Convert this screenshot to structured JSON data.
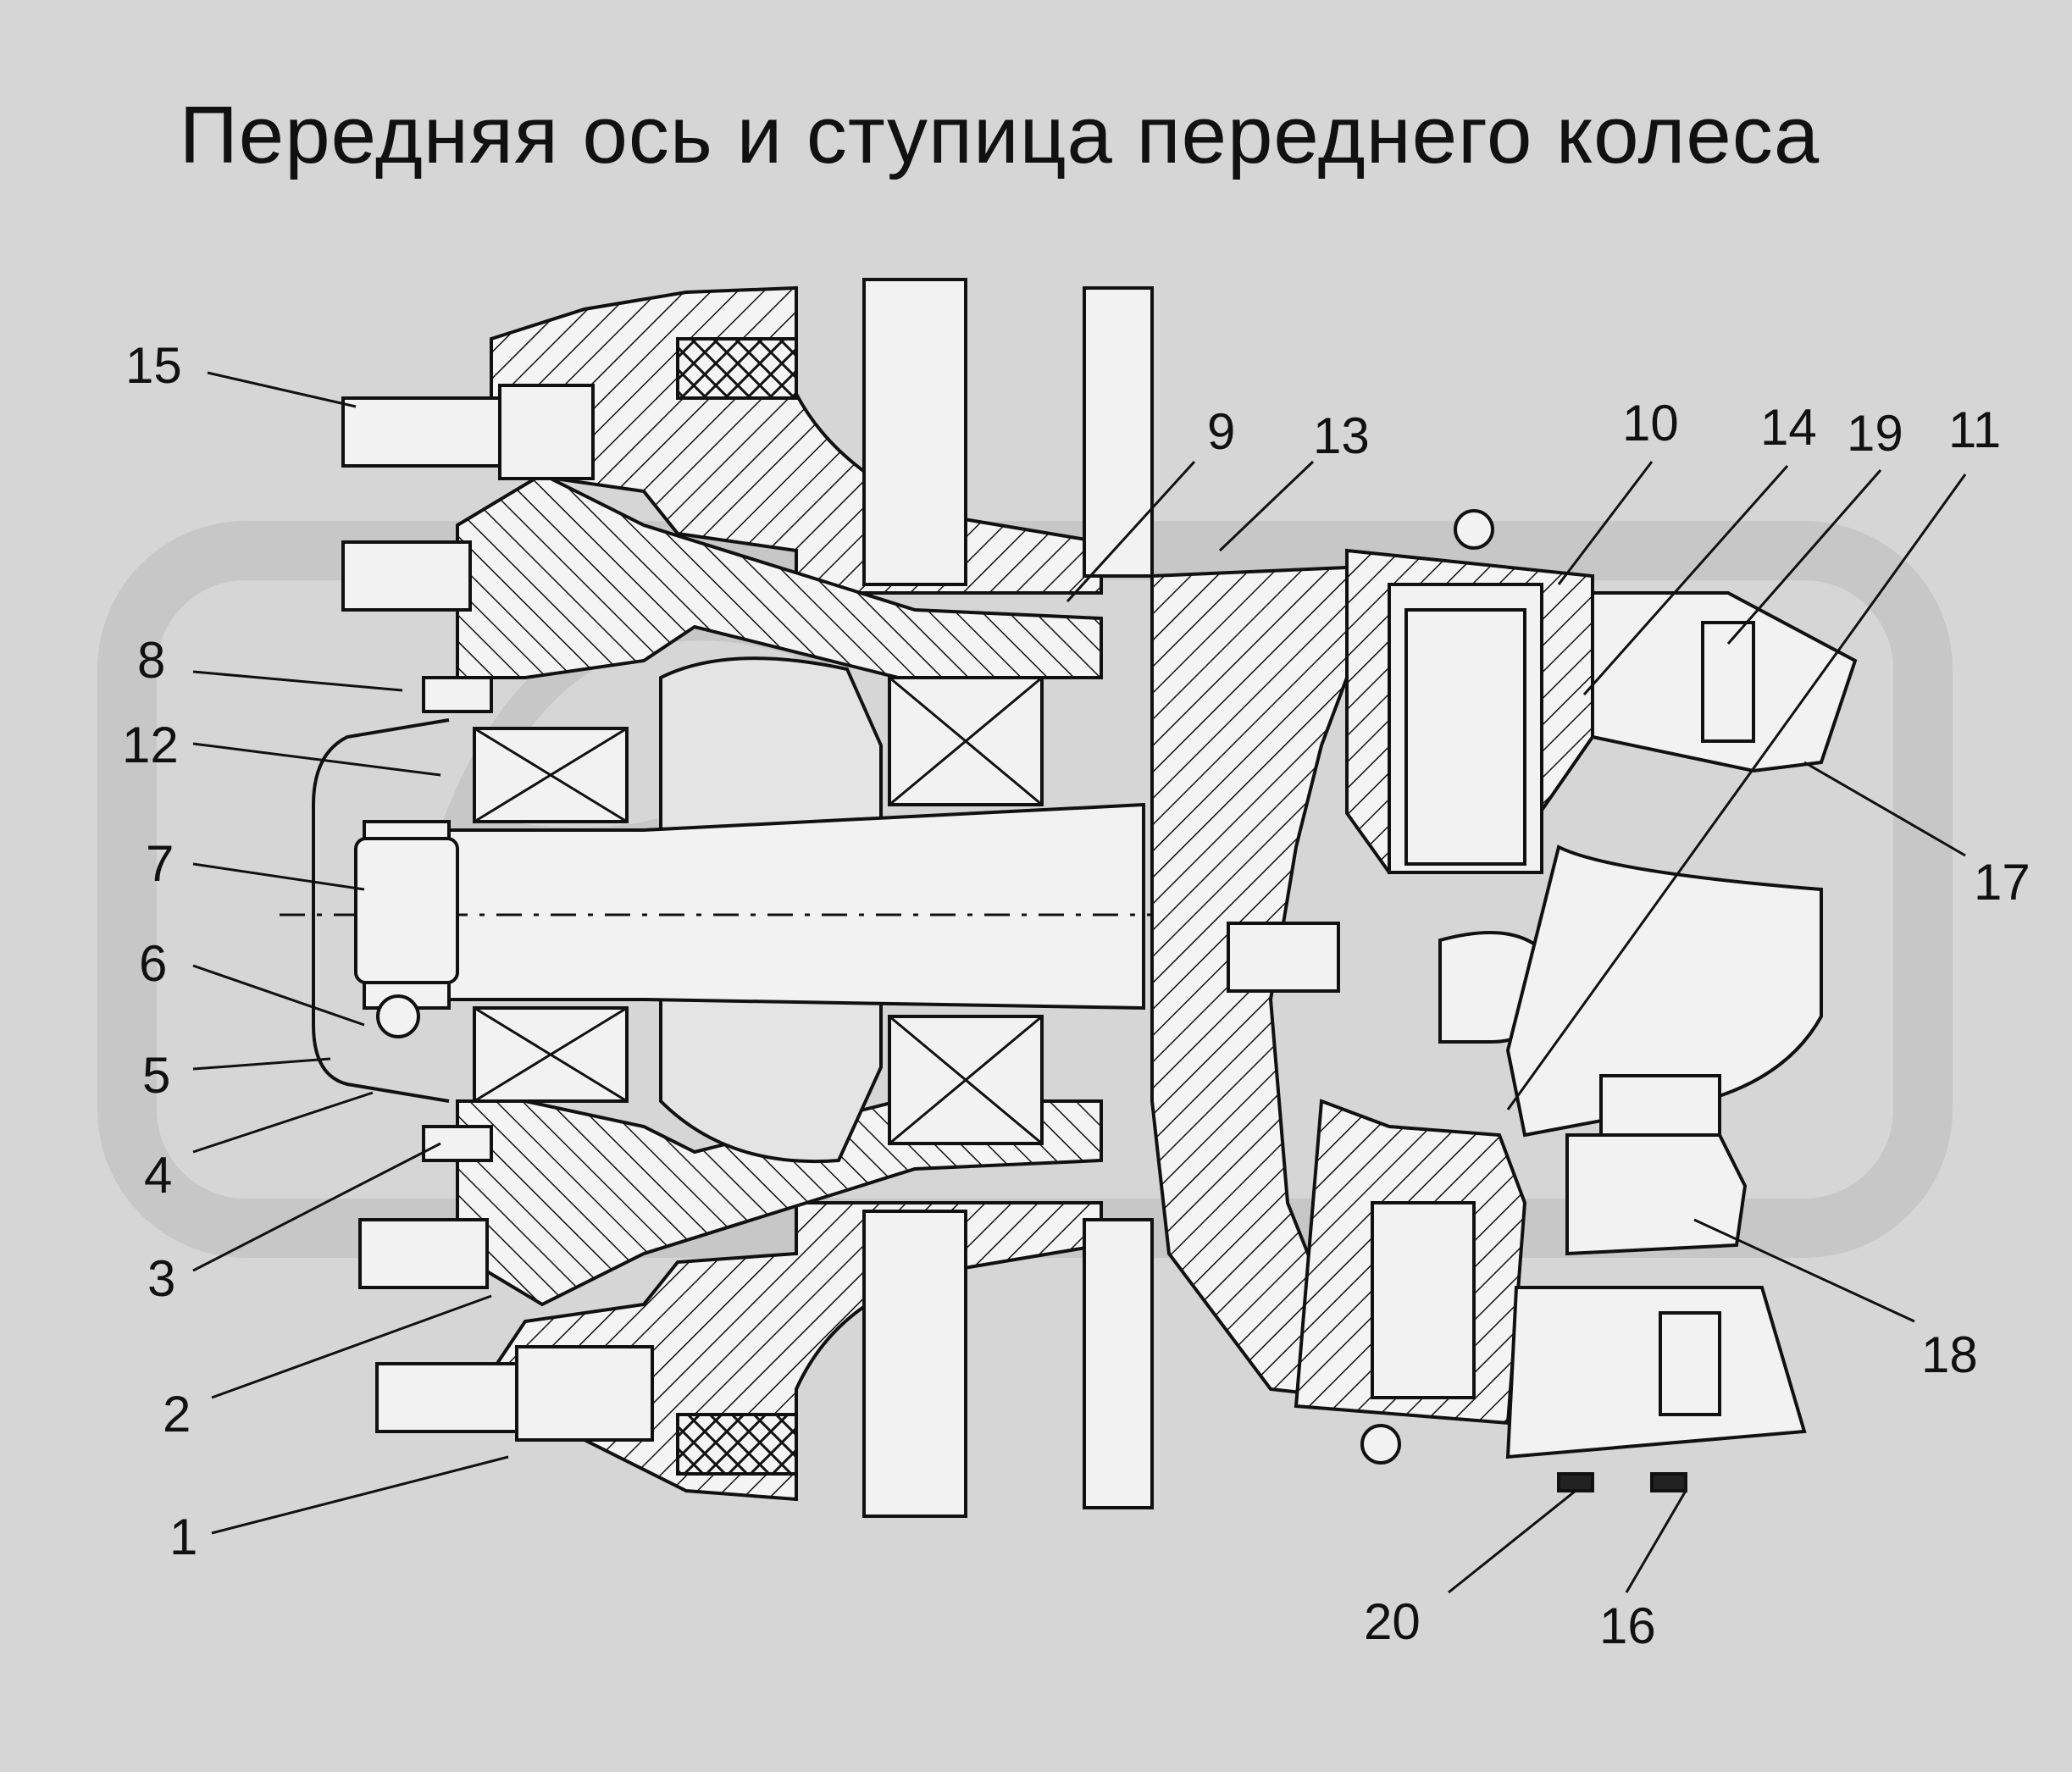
{
  "title": "Передняя ось и ступица переднего колеса",
  "callouts": [
    {
      "id": "15",
      "label": "15"
    },
    {
      "id": "8",
      "label": "8"
    },
    {
      "id": "12",
      "label": "12"
    },
    {
      "id": "7",
      "label": "7"
    },
    {
      "id": "6",
      "label": "6"
    },
    {
      "id": "5",
      "label": "5"
    },
    {
      "id": "4",
      "label": "4"
    },
    {
      "id": "3",
      "label": "3"
    },
    {
      "id": "2",
      "label": "2"
    },
    {
      "id": "1",
      "label": "1"
    },
    {
      "id": "9",
      "label": "9"
    },
    {
      "id": "13",
      "label": "13"
    },
    {
      "id": "10",
      "label": "10"
    },
    {
      "id": "14",
      "label": "14"
    },
    {
      "id": "19",
      "label": "19"
    },
    {
      "id": "11",
      "label": "11"
    },
    {
      "id": "17",
      "label": "17"
    },
    {
      "id": "18",
      "label": "18"
    },
    {
      "id": "20",
      "label": "20"
    },
    {
      "id": "16",
      "label": "16"
    }
  ],
  "colors": {
    "background": "#d6d6d6",
    "ink": "#111111",
    "part_fill": "#f2f2f2",
    "watermark": "#bcbcbc"
  }
}
